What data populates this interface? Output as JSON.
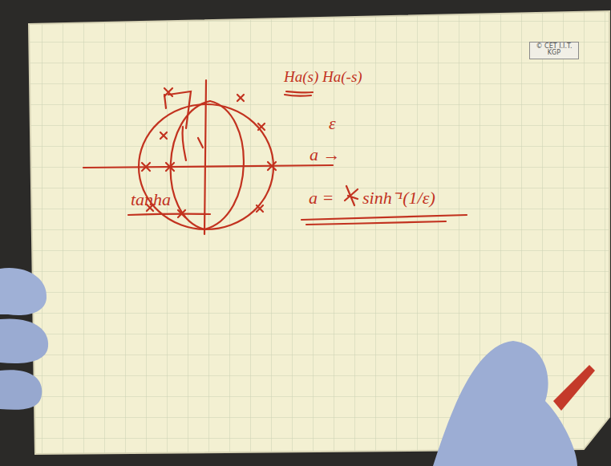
{
  "diagram": {
    "nodes": [
      {
        "text": [
          "© CET I.I.T. KGP"
        ]
      }
    ],
    "labels": [
      "Ha(s) Ha(-s)",
      "ε",
      "a →",
      "a =",
      "sinh⁻¹(1/ε)",
      "tanha"
    ]
  }
}
